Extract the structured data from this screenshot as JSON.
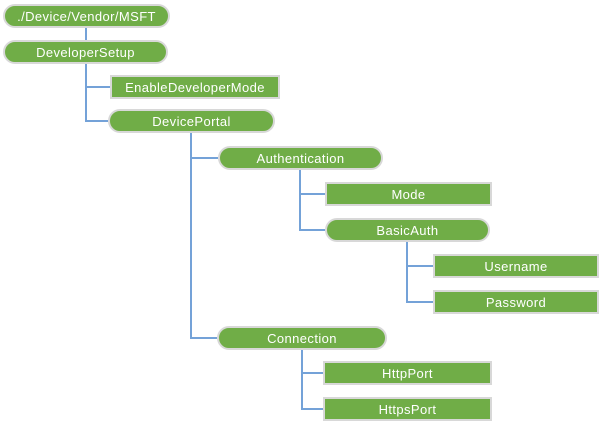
{
  "diagram": {
    "nodes": [
      {
        "id": "root",
        "label": "./Device/Vendor/MSFT",
        "shape": "pill",
        "parent": null
      },
      {
        "id": "developersetup",
        "label": "DeveloperSetup",
        "shape": "pill",
        "parent": "root"
      },
      {
        "id": "enabledevelopermode",
        "label": "EnableDeveloperMode",
        "shape": "rect",
        "parent": "developersetup"
      },
      {
        "id": "deviceportal",
        "label": "DevicePortal",
        "shape": "pill",
        "parent": "developersetup"
      },
      {
        "id": "authentication",
        "label": "Authentication",
        "shape": "pill",
        "parent": "deviceportal"
      },
      {
        "id": "mode",
        "label": "Mode",
        "shape": "rect",
        "parent": "authentication"
      },
      {
        "id": "basicauth",
        "label": "BasicAuth",
        "shape": "pill",
        "parent": "authentication"
      },
      {
        "id": "username",
        "label": "Username",
        "shape": "rect",
        "parent": "basicauth"
      },
      {
        "id": "password",
        "label": "Password",
        "shape": "rect",
        "parent": "basicauth"
      },
      {
        "id": "connection",
        "label": "Connection",
        "shape": "pill",
        "parent": "deviceportal"
      },
      {
        "id": "httpport",
        "label": "HttpPort",
        "shape": "rect",
        "parent": "connection"
      },
      {
        "id": "httpsport",
        "label": "HttpsPort",
        "shape": "rect",
        "parent": "connection"
      }
    ],
    "colors": {
      "node_fill": "#70ad47",
      "node_text": "#ffffff",
      "node_border": "#d8d8d8",
      "connector": "#74a2d8",
      "background": "#ffffff"
    }
  }
}
